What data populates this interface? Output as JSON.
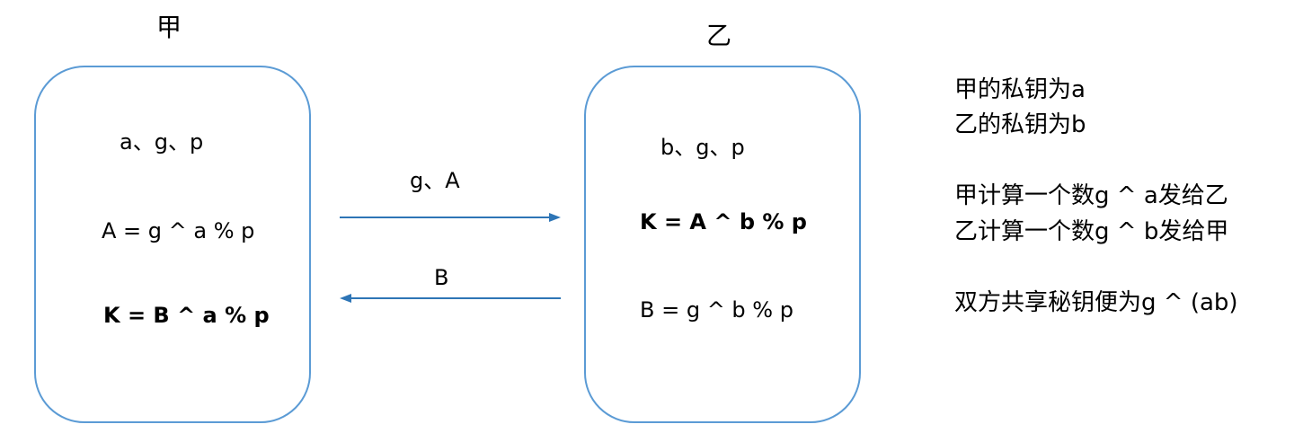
{
  "parties": {
    "jia": {
      "title": "甲",
      "line1": "a、g、p",
      "line2": "A = g ^ a % p",
      "line3": "K = B ^ a % p"
    },
    "yi": {
      "title": "乙",
      "line1": "b、g、p",
      "line2": "K = A ^ b % p",
      "line3": "B = g ^ b % p"
    }
  },
  "messages": {
    "to_yi": "g、A",
    "to_jia": "B"
  },
  "notes": {
    "line1": "甲的私钥为a",
    "line2": "乙的私钥为b",
    "line3": "甲计算一个数g ^ a发给乙",
    "line4": "乙计算一个数g ^ b发给甲",
    "line5": "双方共享秘钥便为g ^ (ab)"
  },
  "colors": {
    "box_border": "#5b9bd5",
    "arrow": "#2e75b6"
  }
}
